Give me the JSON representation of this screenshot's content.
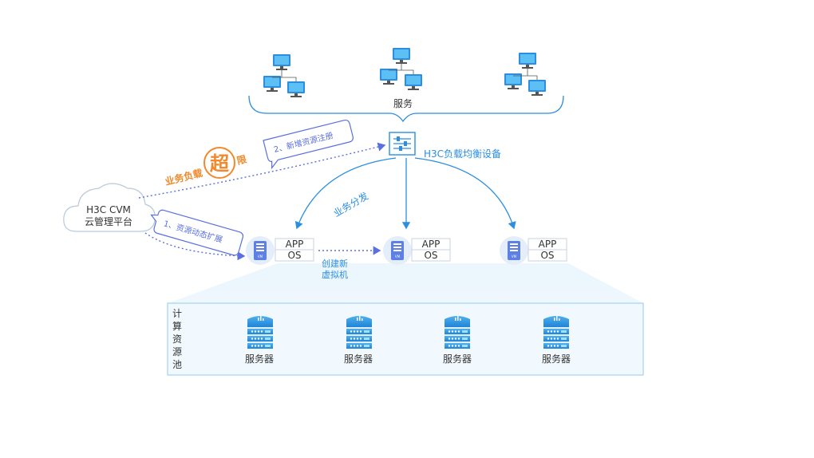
{
  "users_label": "服务",
  "load_balancer": {
    "label": "H3C负载均衡设备"
  },
  "cvm": {
    "line1": "H3C CVM",
    "line2": "云管理平台"
  },
  "overload": {
    "prefix": "业务负载",
    "circle_char": "超",
    "suffix": "限"
  },
  "callouts": {
    "register": "2、新增资源注册",
    "expand": "1、资源动态扩展"
  },
  "dispatch_label": "业务分发",
  "vm_tag": "VM",
  "vms": [
    {
      "app": "APP",
      "os": "OS"
    },
    {
      "app": "APP",
      "os": "OS"
    },
    {
      "app": "APP",
      "os": "OS"
    }
  ],
  "create_vm": {
    "line1": "创建新",
    "line2": "虚拟机"
  },
  "pool": {
    "title": "计算资源池",
    "servers": [
      {
        "label": "服务器"
      },
      {
        "label": "服务器"
      },
      {
        "label": "服务器"
      },
      {
        "label": "服务器"
      }
    ]
  },
  "colors": {
    "accent": "#2b8ee0",
    "orange": "#f08a2c",
    "purple": "#6b7fe0",
    "pool_border": "#a9d6f2",
    "pool_fill": "#f2f9fe"
  }
}
